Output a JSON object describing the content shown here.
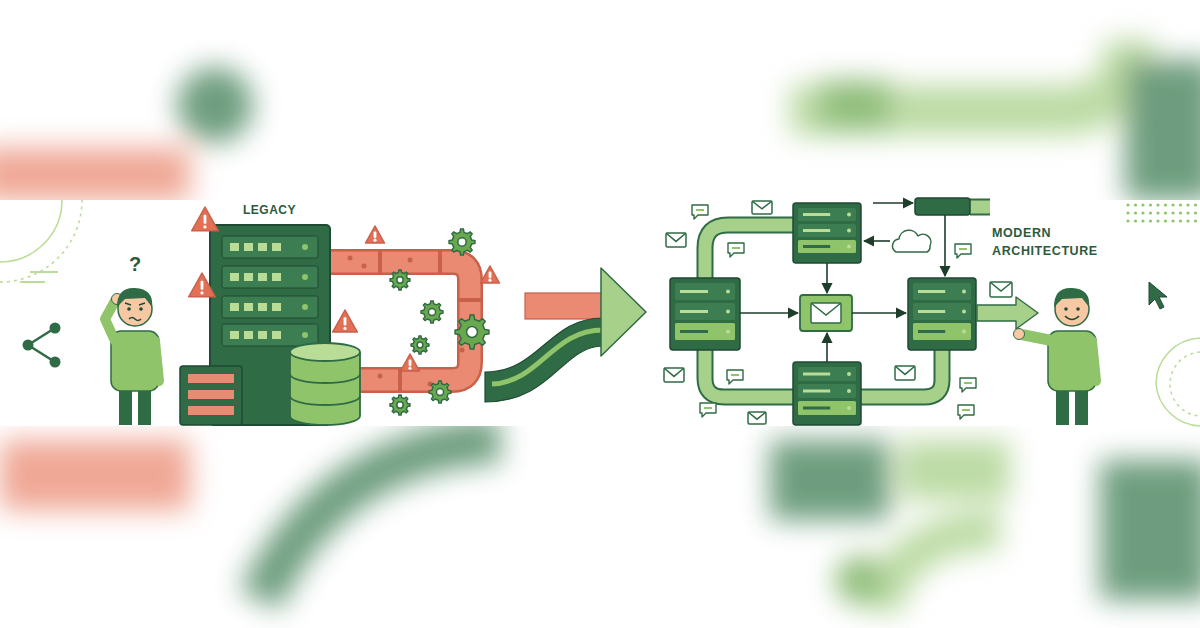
{
  "diagram": {
    "labels": [
      "LEGACY",
      "?",
      "MODERN ARCHITECTURE"
    ]
  }
}
